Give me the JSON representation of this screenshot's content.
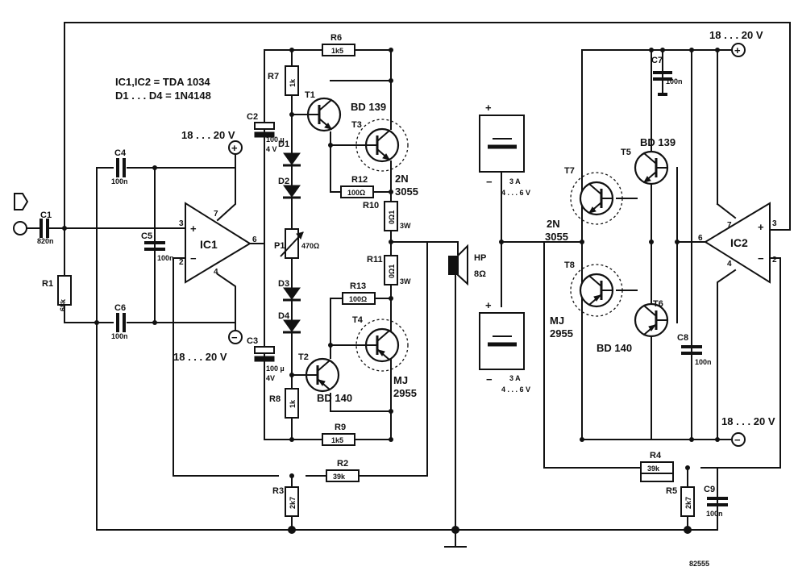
{
  "notes": {
    "ic_type": "IC1,IC2 = TDA 1034",
    "diode_type": "D1 . . . D4 = 1N4148"
  },
  "ics": {
    "ic1": {
      "name": "IC1",
      "pins": [
        "3",
        "2",
        "6",
        "7",
        "4"
      ],
      "plus": "+",
      "minus": "−"
    },
    "ic2": {
      "name": "IC2",
      "pins": [
        "7",
        "3",
        "6",
        "4",
        "2"
      ],
      "plus": "+",
      "minus": "−"
    }
  },
  "capacitors": {
    "c1": {
      "name": "C1",
      "value": "820n"
    },
    "c2": {
      "name": "C2",
      "value": "100 µ",
      "value2": "4 V"
    },
    "c3": {
      "name": "C3",
      "value": "100 µ",
      "value2": "4V"
    },
    "c4": {
      "name": "C4",
      "value": "100n"
    },
    "c5": {
      "name": "C5",
      "value": "100n"
    },
    "c6": {
      "name": "C6",
      "value": "100n"
    },
    "c7": {
      "name": "C7",
      "value": "100n"
    },
    "c8": {
      "name": "C8",
      "value": "100n"
    },
    "c9": {
      "name": "C9",
      "value": "100n"
    }
  },
  "resistors": {
    "r1": {
      "name": "R1",
      "value": "68k"
    },
    "r2": {
      "name": "R2",
      "value": "39k"
    },
    "r3": {
      "name": "R3",
      "value": "2k7"
    },
    "r4": {
      "name": "R4",
      "value": "39k"
    },
    "r5": {
      "name": "R5",
      "value": "2k7"
    },
    "r6": {
      "name": "R6",
      "value": "1k5"
    },
    "r7": {
      "name": "R7",
      "value": "1k"
    },
    "r8": {
      "name": "R8",
      "value": "1k"
    },
    "r9": {
      "name": "R9",
      "value": "1k5"
    },
    "r10": {
      "name": "R10",
      "value": "0Ω1",
      "value2": "3W"
    },
    "r11": {
      "name": "R11",
      "value": "0Ω1",
      "value2": "3W"
    },
    "r12": {
      "name": "R12",
      "value": "100Ω"
    },
    "r13": {
      "name": "R13",
      "value": "100Ω"
    }
  },
  "pot": {
    "name": "P1",
    "value": "470Ω"
  },
  "diodes": [
    "D1",
    "D2",
    "D3",
    "D4"
  ],
  "transistors": {
    "t1": {
      "name": "T1",
      "type": "BD 139"
    },
    "t2": {
      "name": "T2",
      "type": "BD 140"
    },
    "t3": {
      "name": "T3",
      "type_a": "2N",
      "type_b": "3055"
    },
    "t4": {
      "name": "T4",
      "type_a": "MJ",
      "type_b": "2955"
    },
    "t5": {
      "name": "T5",
      "type": "BD 139"
    },
    "t6": {
      "name": "T6",
      "type": "BD 140"
    },
    "t7": {
      "name": "T7",
      "type_a": "2N",
      "type_b": "3055"
    },
    "t8": {
      "name": "T8",
      "type_a": "MJ",
      "type_b": "2955"
    }
  },
  "supplies": {
    "ic1_pos": "18 . . . 20 V",
    "ic1_neg": "18 . . . 20 V",
    "ic2_pos": "18 . . . 20 V",
    "ic2_neg": "18 . . . 20 V",
    "plus_sign": "+",
    "minus_sign": "−"
  },
  "batteries": {
    "top": {
      "current": "3 A",
      "voltage": "4 . . . 6 V",
      "plus": "+",
      "minus": "−"
    },
    "bottom": {
      "current": "3 A",
      "voltage": "4 . . . 6 V",
      "plus": "+",
      "minus": "−"
    }
  },
  "speaker": {
    "name": "HP",
    "value": "8Ω"
  },
  "drawing_number": "82555"
}
